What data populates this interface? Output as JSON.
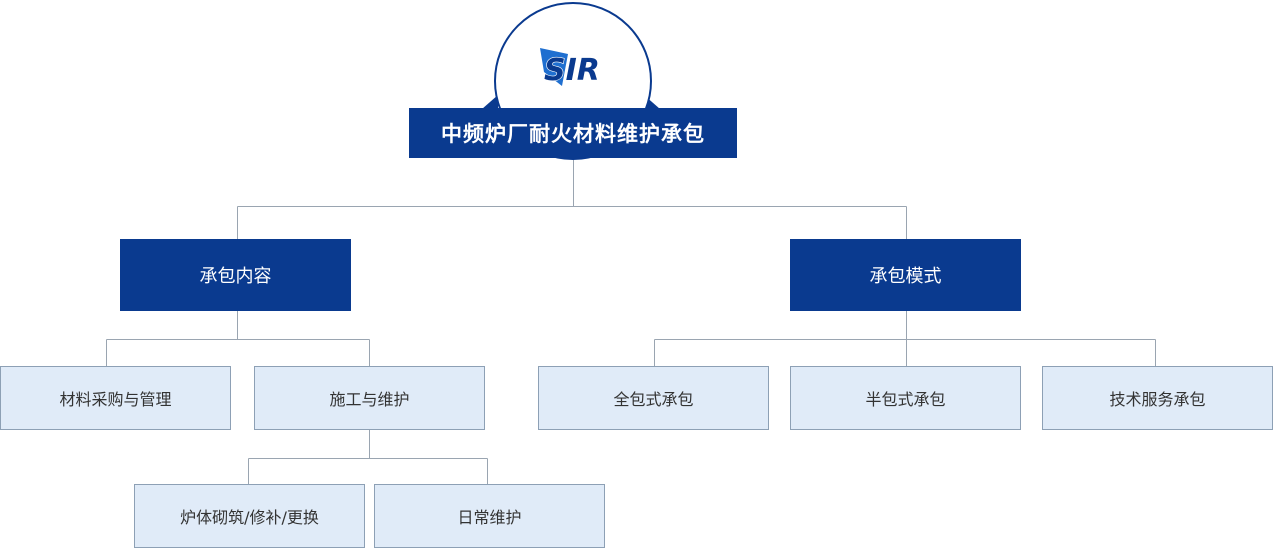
{
  "logo": {
    "text": "SIR",
    "accent_color": "#1f6fd0"
  },
  "root": {
    "label": "中频炉厂耐火材料维护承包"
  },
  "branches": [
    {
      "label": "承包内容",
      "children": [
        {
          "label": "材料采购与管理"
        },
        {
          "label": "施工与维护",
          "children": [
            {
              "label": "炉体砌筑/修补/更换"
            },
            {
              "label": "日常维护"
            }
          ]
        }
      ]
    },
    {
      "label": "承包模式",
      "children": [
        {
          "label": "全包式承包"
        },
        {
          "label": "半包式承包"
        },
        {
          "label": "技术服务承包"
        }
      ]
    }
  ],
  "colors": {
    "primary": "#0a3a8f",
    "leaf_fill": "#e0ebf8",
    "leaf_border": "#8da0b5",
    "line": "#9aa5b1"
  }
}
